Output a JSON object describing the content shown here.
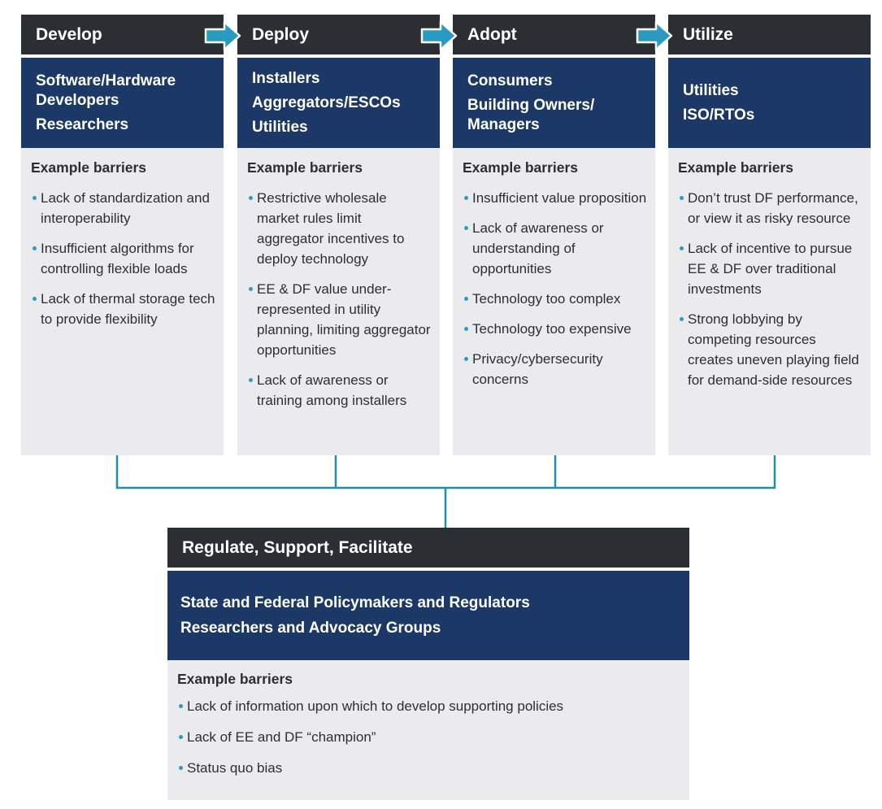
{
  "colors": {
    "header_bg": "#2b2f33",
    "band_bg": "#1c3866",
    "body_bg": "#ebebed",
    "accent": "#2a9bc0",
    "connector": "#1e8fa8"
  },
  "icons": [
    "arrow-right-icon"
  ],
  "stages": [
    {
      "title": "Develop",
      "actors": [
        "Software/Hardware Developers",
        "Researchers"
      ],
      "barriers_heading": "Example barriers",
      "barriers": [
        "Lack of standardization and interoperability",
        "Insufficient algorithms for controlling flexible loads",
        "Lack of thermal storage tech to provide flexibility"
      ]
    },
    {
      "title": "Deploy",
      "actors": [
        "Installers",
        "Aggregators/ESCOs",
        "Utilities"
      ],
      "barriers_heading": "Example barriers",
      "barriers": [
        "Restrictive wholesale market rules limit aggregator incentives to deploy technology",
        "EE & DF value under-represented in utility planning, limiting aggregator opportunities",
        "Lack of awareness or training among installers"
      ]
    },
    {
      "title": "Adopt",
      "actors": [
        "Consumers",
        "Building Owners/ Managers"
      ],
      "barriers_heading": "Example barriers",
      "barriers": [
        "Insufficient value proposition",
        "Lack of awareness or understanding of opportunities",
        "Technology too complex",
        "Technology too expensive",
        "Privacy/cybersecurity concerns"
      ]
    },
    {
      "title": "Utilize",
      "actors": [
        "Utilities",
        "ISO/RTOs"
      ],
      "barriers_heading": "Example barriers",
      "barriers": [
        "Don’t trust DF performance, or view it as risky resource",
        "Lack of incentive to pursue EE & DF over traditional investments",
        "Strong lobbying by competing resources creates uneven playing field for demand-side resources"
      ]
    }
  ],
  "regulate": {
    "title": "Regulate, Support, Facilitate",
    "actors": [
      "State and Federal Policymakers and Regulators",
      "Researchers and Advocacy Groups"
    ],
    "barriers_heading": "Example barriers",
    "barriers": [
      "Lack of information upon which to develop supporting policies",
      "Lack of EE and DF “champion”",
      "Status quo bias"
    ]
  }
}
